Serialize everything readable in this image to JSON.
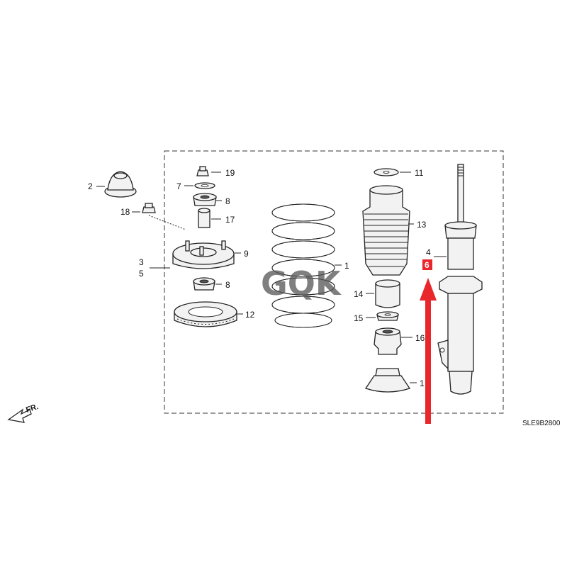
{
  "labels": {
    "p1": "1",
    "p2": "2",
    "p3": "3",
    "p4": "4",
    "p5": "5",
    "p6": "6",
    "p7": "7",
    "p8a": "8",
    "p8b": "8",
    "p9": "9",
    "p11": "11",
    "p12": "12",
    "p13": "13",
    "p14": "14",
    "p15": "15",
    "p16": "16",
    "p17": "17",
    "p18": "18",
    "p19": "19",
    "p1b": "1"
  },
  "diagram_code": "SLE9B2800",
  "front_marker": "FR.",
  "watermark": "GQK",
  "colors": {
    "highlight": "#e8262b",
    "line": "#222222"
  }
}
